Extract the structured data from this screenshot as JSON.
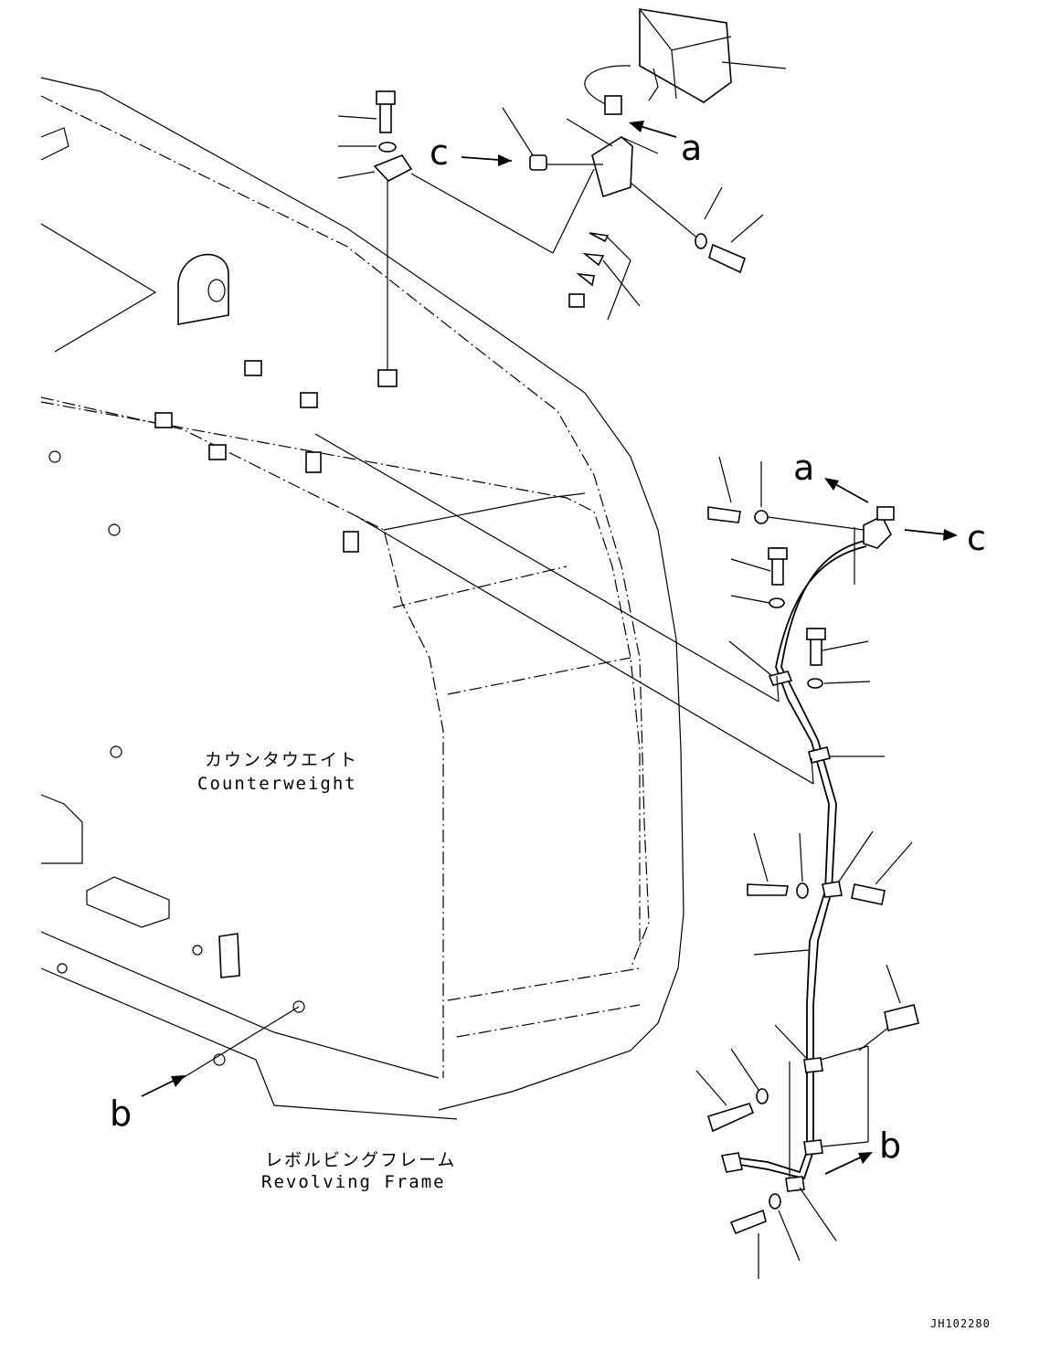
{
  "labels": {
    "counterweight_jp": "カウンタウエイト",
    "counterweight_en": "Counterweight",
    "revolving_frame_jp": "レボルビングフレーム",
    "revolving_frame_en": "Revolving Frame",
    "drawing_code": "JH102280",
    "ref_a_top": "a",
    "ref_c_top": "c",
    "ref_a_right": "a",
    "ref_c_right": "c",
    "ref_b_left": "b",
    "ref_b_right": "b"
  }
}
